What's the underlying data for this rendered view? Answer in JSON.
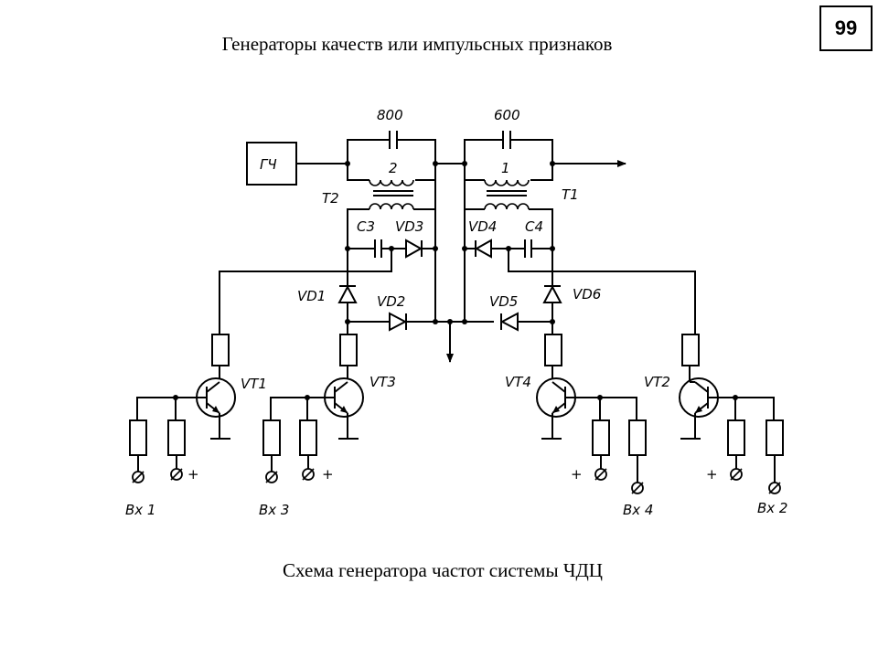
{
  "page_number": "99",
  "title": "Генераторы качеств или импульсных признаков",
  "caption": "Схема генератора частот системы ЧДЦ",
  "diagram": {
    "generator": "ГЧ",
    "cap_800": "800",
    "cap_600": "600",
    "coil_2": "2",
    "coil_1": "1",
    "t2": "T2",
    "t1": "T1",
    "c3": "C3",
    "c4": "C4",
    "vd3": "VD3",
    "vd4": "VD4",
    "vd1": "VD1",
    "vd2": "VD2",
    "vd5": "VD5",
    "vd6": "VD6",
    "vt1": "VT1",
    "vt3": "VT3",
    "vt4": "VT4",
    "vt2": "VT2",
    "plus": "+",
    "in1": "Bx 1",
    "in3": "Bx 3",
    "in4": "Bx 4",
    "in2": "Bx 2"
  }
}
